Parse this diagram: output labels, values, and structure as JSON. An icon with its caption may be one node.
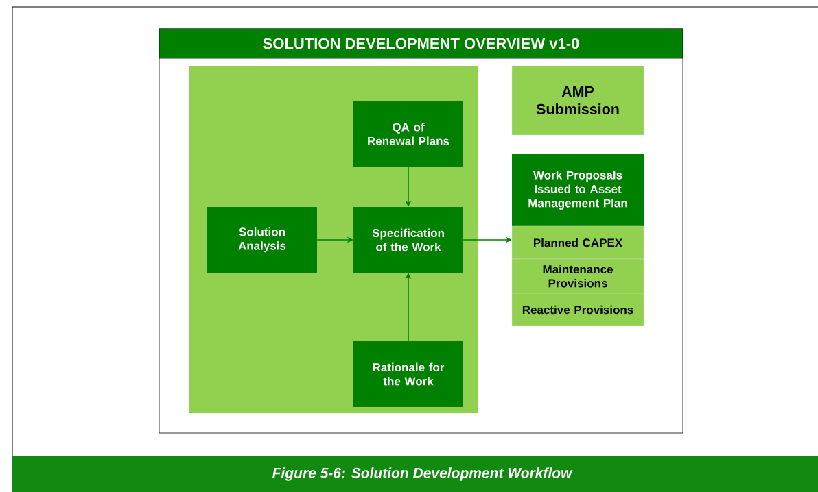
{
  "diagram": {
    "title": "SOLUTION DEVELOPMENT OVERVIEW v1-0",
    "caption": "Figure 5-6: Solution Development Workflow",
    "nodes": [
      {
        "text": [],
        "shape": "box"
      },
      {
        "text": [
          "QA of Renewal Plans"
        ],
        "in": 0
      },
      {
        "text": [
          "Solution Analysis"
        ],
        "in": 0
      },
      {
        "text": [
          "Specification of the Work"
        ],
        "in": 0
      },
      {
        "text": [
          "Rationale for the Work"
        ],
        "in": 0
      },
      {
        "text": [
          "AMP Submission"
        ]
      },
      {
        "text": [
          "Work Proposals Issued to Asset Management Plan"
        ]
      },
      {
        "text": [
          "Planned CAPEX"
        ]
      },
      {
        "text": [
          "Maintenance Provisions"
        ]
      },
      {
        "text": [
          "Reactive Provisions"
        ]
      }
    ],
    "edges": [
      {
        "from": 1,
        "to": 3,
        "arrow": "to"
      },
      {
        "from": 2,
        "to": 3,
        "arrow": "to"
      },
      {
        "from": 4,
        "to": 3,
        "arrow": "to"
      },
      {
        "from": 3,
        "to": 7,
        "arrow": "to"
      }
    ]
  }
}
